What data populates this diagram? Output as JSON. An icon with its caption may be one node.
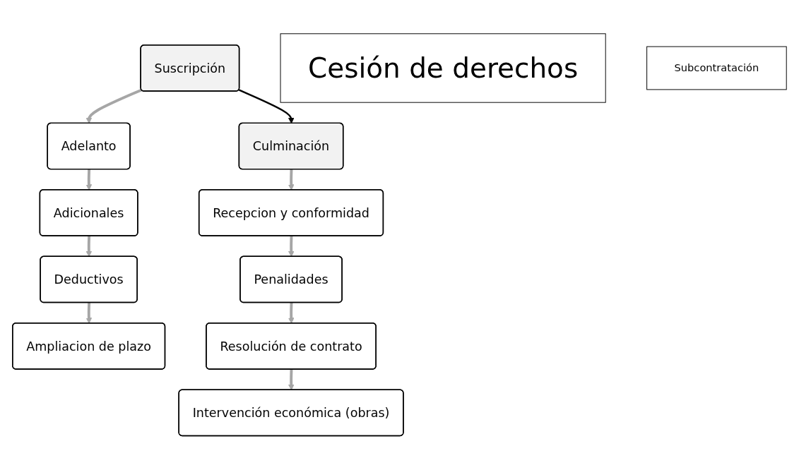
{
  "diagram": {
    "nodes": [
      {
        "text": [
          "Suscripción"
        ]
      },
      {
        "text": [
          "Adelanto"
        ]
      },
      {
        "text": [
          "Adicionales"
        ]
      },
      {
        "text": [
          "Deductivos"
        ]
      },
      {
        "text": [
          "Ampliacion de plazo"
        ]
      },
      {
        "text": [
          "Culminación"
        ]
      },
      {
        "text": [
          "Recepcion y conformidad"
        ]
      },
      {
        "text": [
          "Penalidades"
        ]
      },
      {
        "text": [
          "Resolución de contrato"
        ]
      },
      {
        "text": [
          "Intervención económica (obras)"
        ]
      },
      {
        "text": [
          "Cesión de derechos"
        ]
      },
      {
        "text": [
          "Subcontratación"
        ]
      }
    ],
    "edges": [
      {
        "from": 0,
        "to": 5,
        "arrow": "to",
        "color": "#000000"
      },
      {
        "from": 0,
        "to": 1,
        "arrow": "to"
      },
      {
        "from": 1,
        "to": 2,
        "arrow": "to"
      },
      {
        "from": 2,
        "to": 3,
        "arrow": "to"
      },
      {
        "from": 3,
        "to": 4,
        "arrow": "to"
      },
      {
        "from": 5,
        "to": 6,
        "arrow": "to"
      },
      {
        "from": 6,
        "to": 7,
        "arrow": "to"
      },
      {
        "from": 7,
        "to": 8,
        "arrow": "to"
      },
      {
        "from": 8,
        "to": 9,
        "arrow": "to"
      }
    ]
  }
}
